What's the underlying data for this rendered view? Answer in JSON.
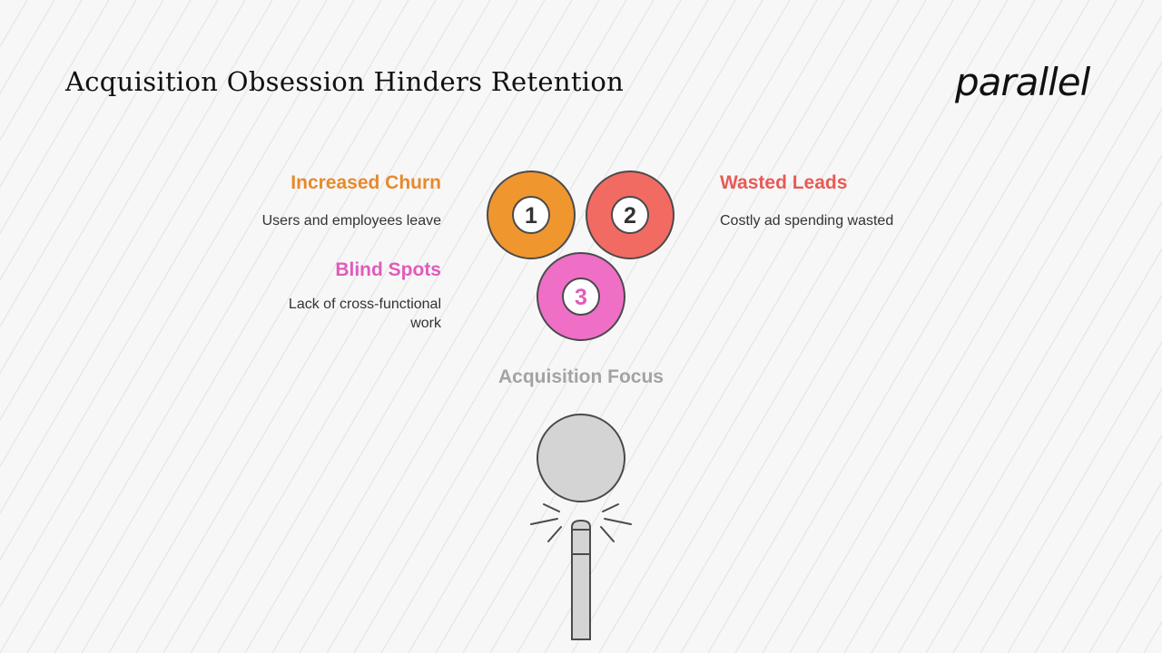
{
  "title": "Acquisition Obsession Hinders Retention",
  "logo": "parallel",
  "focus_label": "Acquisition Focus",
  "items": [
    {
      "number": "1",
      "title": "Increased Churn",
      "description": "Users and employees leave",
      "color": "#f0962f",
      "title_color": "#e68a2c"
    },
    {
      "number": "2",
      "title": "Wasted Leads",
      "description": "Costly ad spending wasted",
      "color": "#f26b62",
      "title_color": "#e85a55"
    },
    {
      "number": "3",
      "title": "Blind Spots",
      "description_lines": [
        "Lack of cross-functional",
        "work"
      ],
      "color": "#ee6fc5",
      "title_color": "#e05bbb"
    }
  ],
  "colors": {
    "background": "#f7f7f7",
    "focus_gray": "#d4d4d4",
    "outline": "#4a4a4a"
  }
}
